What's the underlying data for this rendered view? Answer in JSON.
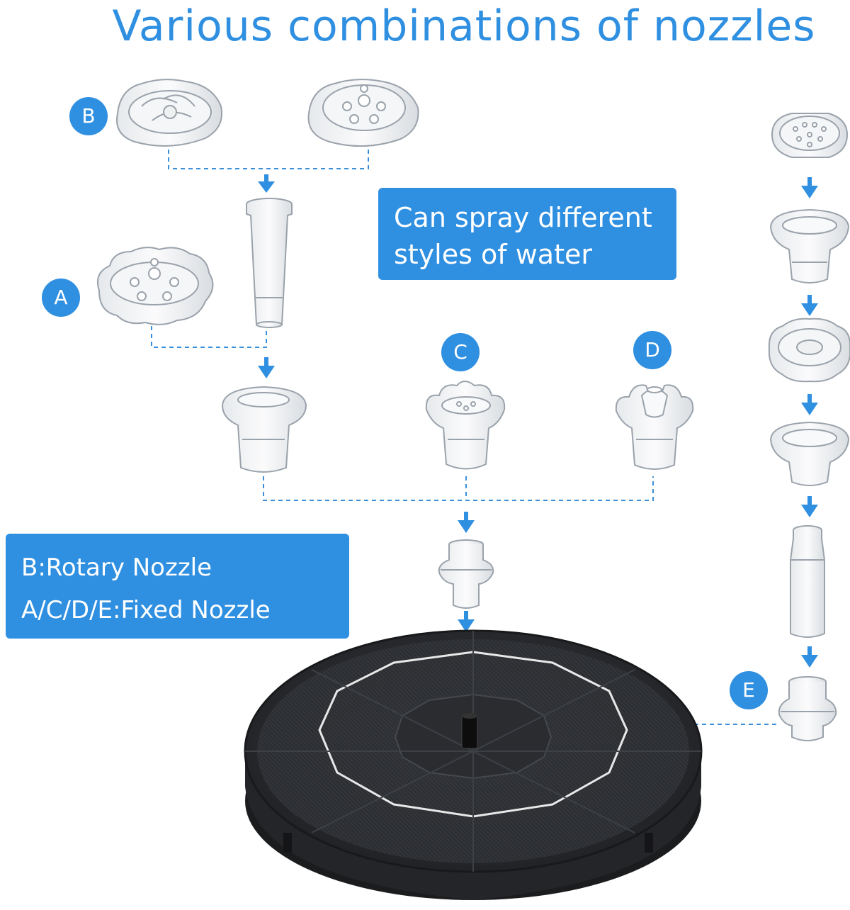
{
  "title": "Various combinations of nozzles",
  "badges": {
    "b": "B",
    "a": "A",
    "c": "C",
    "d": "D",
    "e": "E"
  },
  "callouts": {
    "spray_line1": "Can spray different",
    "spray_line2": "styles of water",
    "legend_line1": "B:Rotary Nozzle",
    "legend_line2": "A/C/D/E:Fixed Nozzle"
  },
  "colors": {
    "accent": "#2f8fe0",
    "connector": "#3b8fd8",
    "part_stroke": "#9aa2ab",
    "panel": "#2b2d30"
  },
  "icons": {
    "nozzle_b1": "rotary-nozzle-icon",
    "nozzle_b2": "rotary-nozzle-icon",
    "nozzle_a": "flower-nozzle-icon",
    "nozzle_c": "tulip-nozzle-icon",
    "nozzle_d": "tulip-nozzle-icon",
    "fountain": "solar-fountain-icon"
  }
}
